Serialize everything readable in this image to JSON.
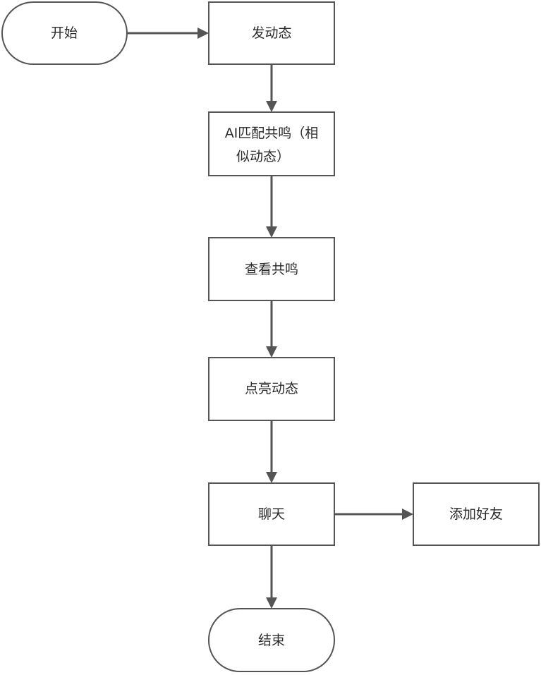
{
  "nodes": {
    "start": {
      "label": "开始",
      "shape": "terminator"
    },
    "post": {
      "label": "发动态",
      "shape": "process"
    },
    "ai_match": {
      "label_line1": "AI匹配共鸣（相",
      "label_line2": "似动态）",
      "shape": "process"
    },
    "view": {
      "label": "查看共鸣",
      "shape": "process"
    },
    "light": {
      "label": "点亮动态",
      "shape": "process"
    },
    "chat": {
      "label": "聊天",
      "shape": "process"
    },
    "add_friend": {
      "label": "添加好友",
      "shape": "process"
    },
    "end": {
      "label": "结束",
      "shape": "terminator"
    }
  },
  "edges": [
    {
      "from": "start",
      "to": "post"
    },
    {
      "from": "post",
      "to": "ai_match"
    },
    {
      "from": "ai_match",
      "to": "view"
    },
    {
      "from": "view",
      "to": "light"
    },
    {
      "from": "light",
      "to": "chat"
    },
    {
      "from": "chat",
      "to": "add_friend"
    },
    {
      "from": "chat",
      "to": "end"
    }
  ],
  "colors": {
    "stroke": "#555555",
    "text": "#2a2a2a",
    "fill": "#ffffff"
  }
}
